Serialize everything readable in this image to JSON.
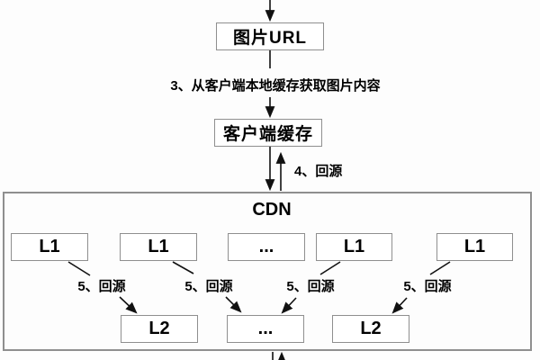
{
  "diagram": {
    "nodes": {
      "image_url": "图片URL",
      "client_cache": "客户端缓存",
      "cdn": "CDN",
      "l1_row": [
        "L1",
        "L1",
        "...",
        "L1",
        "L1"
      ],
      "l2_row": [
        "L2",
        "...",
        "L2"
      ]
    },
    "labels": {
      "step3": "3、从客户端本地缓存获取图片内容",
      "step4": "4、回源",
      "step5": [
        "5、回源",
        "5、回源",
        "5、回源",
        "5、回源"
      ]
    },
    "colors": {
      "background": "#fdfdfd",
      "box_border": "#8f8f8f",
      "box_fill": "#ffffff",
      "line": "#111111",
      "text": "#000000"
    }
  }
}
